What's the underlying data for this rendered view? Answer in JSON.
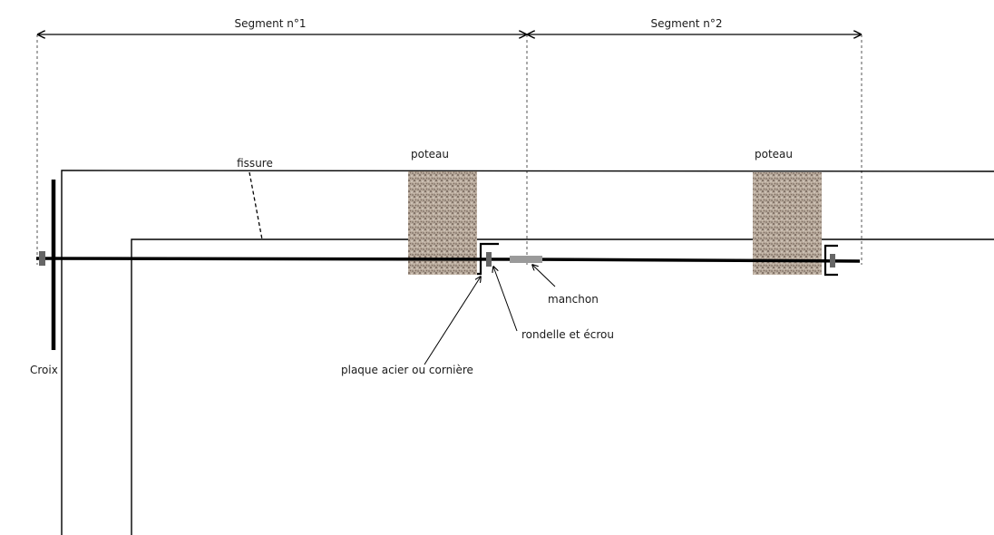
{
  "labels": {
    "segment1": "Segment n°1",
    "segment2": "Segment n°2",
    "poteau_left": "poteau",
    "poteau_right": "poteau",
    "fissure": "fissure",
    "manchon": "manchon",
    "rondelle": "rondelle et écrou",
    "plaque": "plaque acier ou cornière",
    "croix": "Croix"
  },
  "colors": {
    "line": "#000000",
    "dashed_guide": "#555555",
    "nut": "#666666",
    "sleeve": "#9a9a9a",
    "concrete_base": "#b8aa9c"
  }
}
